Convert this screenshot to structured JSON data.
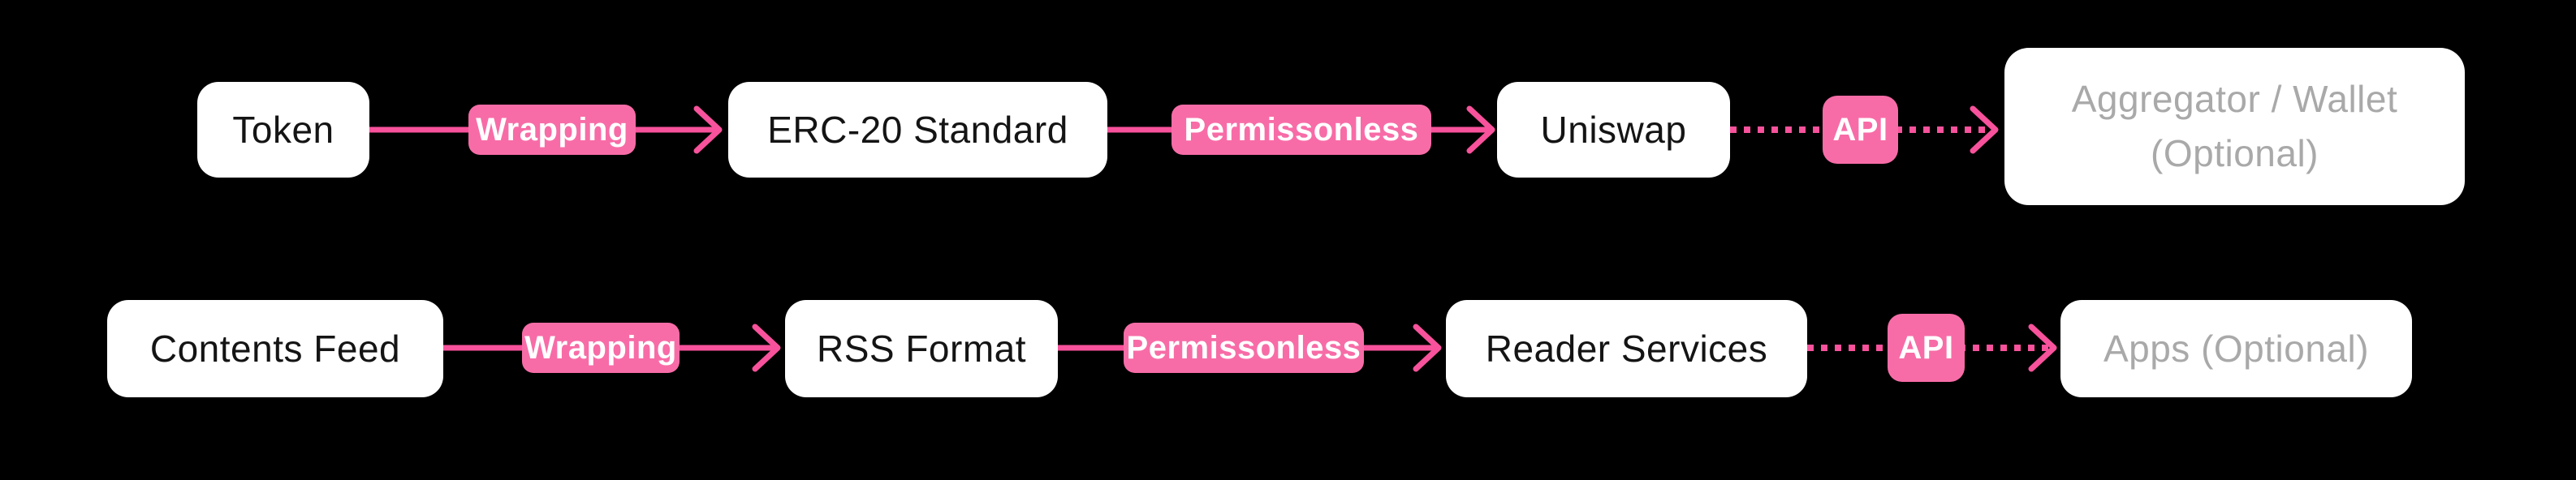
{
  "colors": {
    "background": "#000000",
    "node_bg": "#ffffff",
    "node_text": "#141414",
    "muted_text": "#a9a9a9",
    "badge_bg": "#f76ca7",
    "badge_text": "#ffffff",
    "arrow": "#f7529b"
  },
  "rows": [
    {
      "name": "token-flow",
      "nodes": [
        {
          "label": "Token"
        },
        {
          "label": "ERC-20 Standard"
        },
        {
          "label": "Uniswap"
        },
        {
          "label": "Aggregator / Wallet (Optional)",
          "muted": true
        }
      ],
      "edges": [
        {
          "label": "Wrapping",
          "style": "solid"
        },
        {
          "label": "Permissonless",
          "style": "solid"
        },
        {
          "label": "API",
          "style": "dotted"
        }
      ]
    },
    {
      "name": "rss-flow",
      "nodes": [
        {
          "label": "Contents Feed"
        },
        {
          "label": "RSS Format"
        },
        {
          "label": "Reader Services"
        },
        {
          "label": "Apps (Optional)",
          "muted": true
        }
      ],
      "edges": [
        {
          "label": "Wrapping",
          "style": "solid"
        },
        {
          "label": "Permissonless",
          "style": "solid"
        },
        {
          "label": "API",
          "style": "dotted"
        }
      ]
    }
  ]
}
